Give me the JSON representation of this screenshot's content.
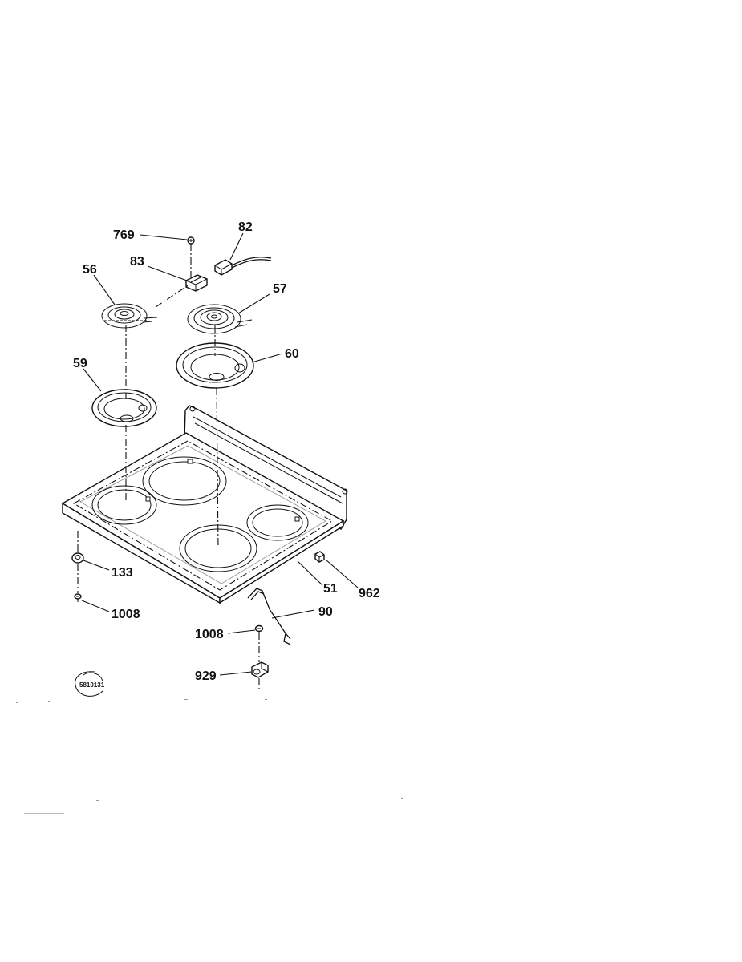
{
  "callouts": {
    "c769": "769",
    "c82": "82",
    "c56": "56",
    "c83": "83",
    "c57": "57",
    "c59": "59",
    "c60": "60",
    "c133": "133",
    "c51": "51",
    "c962": "962",
    "c1008a": "1008",
    "c90": "90",
    "c1008b": "1008",
    "c929": "929"
  },
  "diagram_code": "5810131",
  "colors": {
    "ink": "#111111",
    "paper": "#ffffff"
  }
}
